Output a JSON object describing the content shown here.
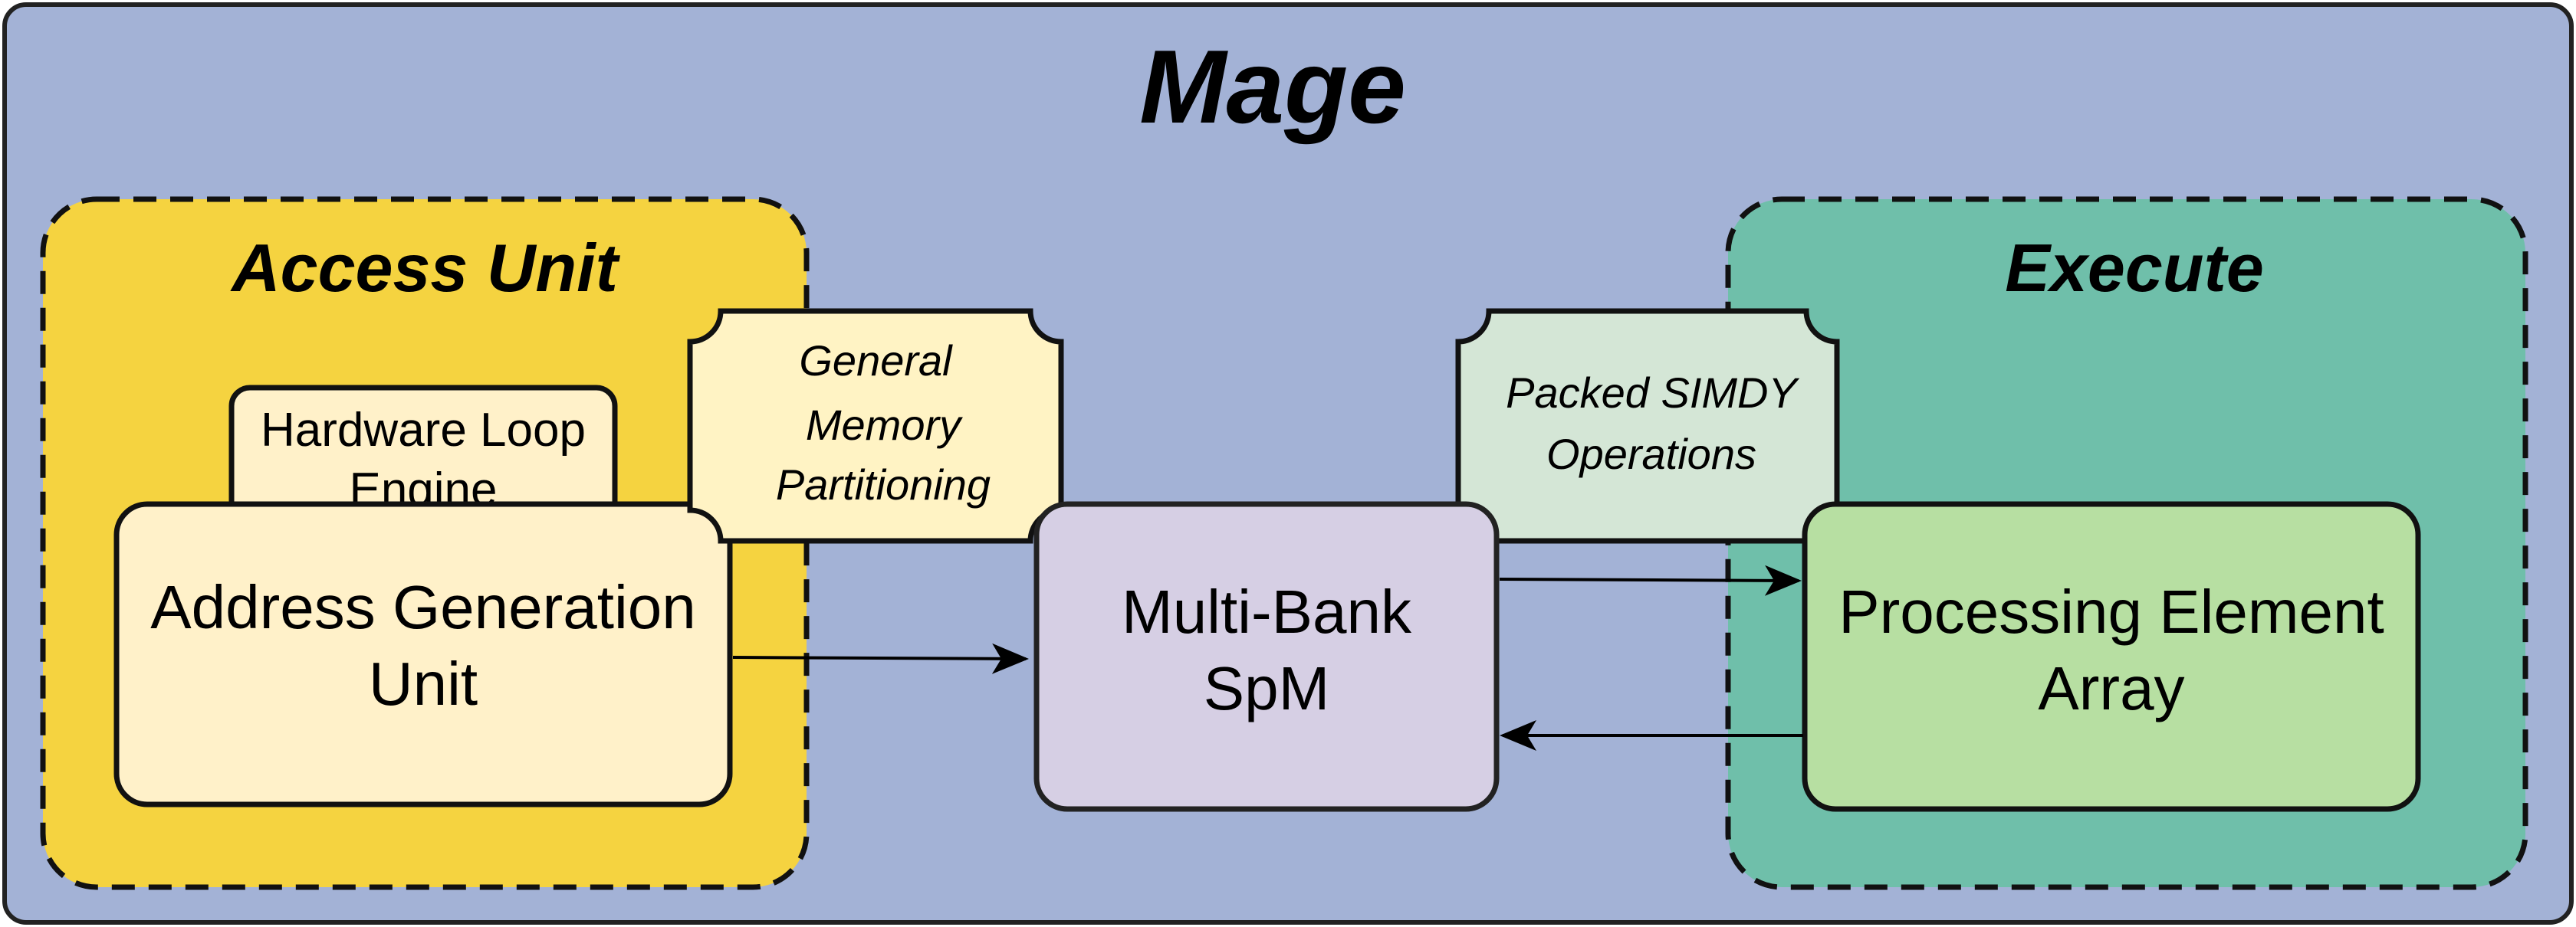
{
  "title": "Mage",
  "access_unit": {
    "label": "Access Unit",
    "hardware_loop": [
      "Hardware Loop",
      "Engine"
    ],
    "agu": [
      "Address Generation",
      "Unit"
    ]
  },
  "execute": {
    "label": "Execute",
    "pe_array": [
      "Processing Element",
      "Array"
    ]
  },
  "spm": [
    "Multi-Bank",
    "SpM"
  ],
  "notes": {
    "memory_partitioning": [
      "General",
      "Memory",
      "Partitioning"
    ],
    "simd_ops": [
      "Packed SIMDY",
      "Operations"
    ]
  },
  "colors": {
    "background": "#a3b2d6",
    "access_unit": "#f5d340",
    "execute": "#6fbfaa",
    "agu_box": "#fff1c9",
    "spm_box": "#d6cfe4",
    "pe_box": "#b7dfa2",
    "note_memory": "#fff3c4",
    "note_simd": "#d4e6d6"
  }
}
